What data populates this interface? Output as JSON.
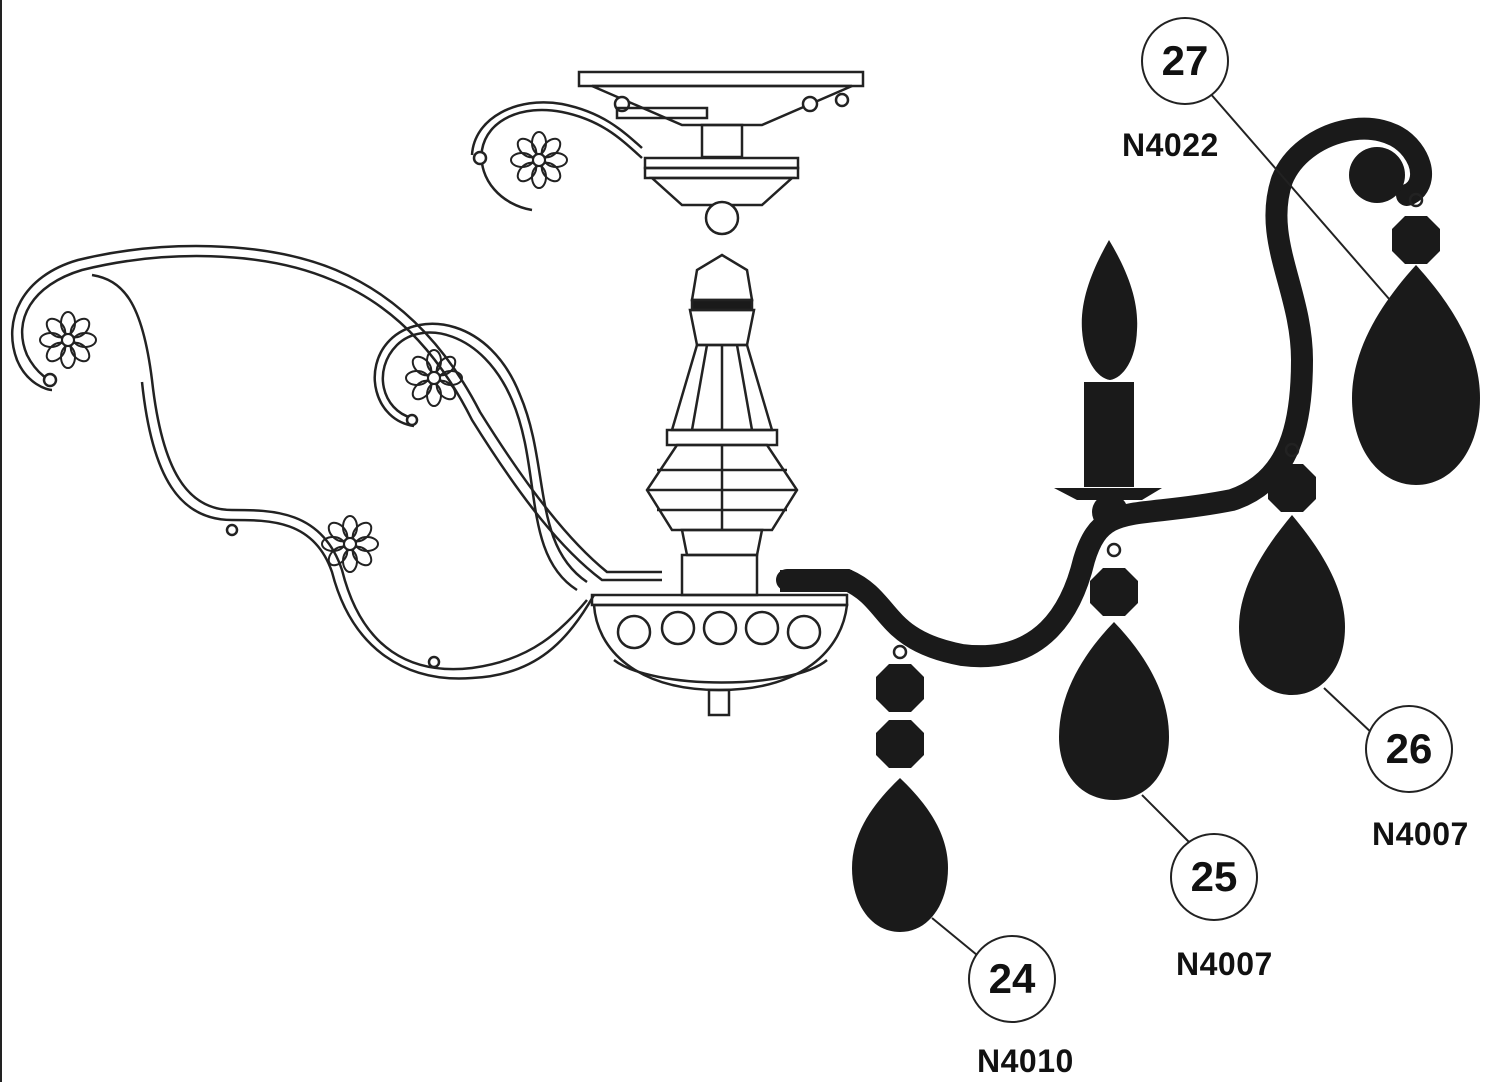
{
  "diagram": {
    "parts": [
      {
        "callout": "27",
        "part_number": "N4022"
      },
      {
        "callout": "26",
        "part_number": "N4007"
      },
      {
        "callout": "25",
        "part_number": "N4007"
      },
      {
        "callout": "24",
        "part_number": "N4010"
      }
    ],
    "colors": {
      "ink": "#111111",
      "fill": "#1a1a1a",
      "background": "#ffffff"
    }
  }
}
